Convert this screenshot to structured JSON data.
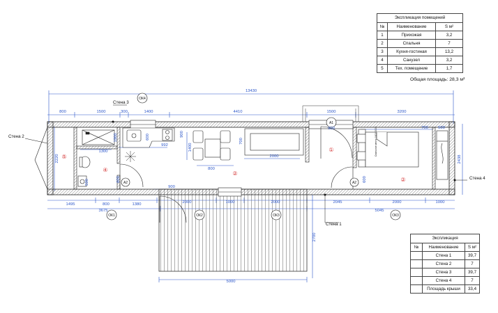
{
  "rooms_table": {
    "title": "Экспликация помещений",
    "headers": [
      "№",
      "Наименование",
      "S м²"
    ],
    "rows": [
      [
        "1",
        "Прихожая",
        "3,2"
      ],
      [
        "2",
        "Спальня",
        "7"
      ],
      [
        "3",
        "Кухня-гостиная",
        "13,2"
      ],
      [
        "4",
        "Санузел",
        "3,2"
      ],
      [
        "5",
        "Тех. помещение",
        "1,7"
      ]
    ],
    "total": "Общая площадь: 28,3 м²"
  },
  "walls_table": {
    "title": "Экспликация",
    "headers": [
      "№",
      "Наименование",
      "S м²"
    ],
    "rows": [
      [
        "",
        "Стена 1",
        "39,7"
      ],
      [
        "",
        "Стена 2",
        "7"
      ],
      [
        "",
        "Стена 3",
        "39,7"
      ],
      [
        "",
        "Стена 4",
        "7"
      ],
      [
        "",
        "Площадь крыши",
        "33,4"
      ]
    ]
  },
  "wall_labels": {
    "w1": "Стена 1",
    "w2": "Стена 2",
    "w3": "Стена 3",
    "w4": "Стена 4"
  },
  "windows": {
    "ok1": "ОК1",
    "ok2": "ОК2",
    "ok3": "ОК3",
    "ok4": "ОК4"
  },
  "doors": {
    "a1": "А1",
    "a2": "А2"
  },
  "room_numbers": {
    "r1": "①",
    "r2a": "②",
    "r2b": "②",
    "r4": "④",
    "r5": "⑤"
  },
  "bed_label": "Спальное место 1600*2000",
  "dims": {
    "total_top": "13430",
    "d800": "800",
    "d1500": "1500",
    "d300": "300",
    "d1400": "1400",
    "d4410": "4410",
    "d1500b": "1500",
    "d3200": "3200",
    "d900a": "900",
    "d700": "700",
    "d500": "500",
    "d1300": "1300",
    "d992": "992",
    "d600a": "600",
    "d800b": "800",
    "d1900": "1900",
    "d1400v": "1400",
    "d900v": "900",
    "d1600": "1600",
    "d700v": "700",
    "d2000a": "2000",
    "d2220": "2220",
    "d2438": "2438",
    "d590": "590",
    "d600b": "600",
    "d600c": "600",
    "d900b": "900",
    "b1495": "1495",
    "b800": "800",
    "b1380": "1380",
    "b2000a": "2000",
    "b1000": "1000",
    "b2000b": "2000",
    "b2045": "2045",
    "b2000c": "2000",
    "b1000b": "1000",
    "b3675": "3675",
    "b5045": "5045",
    "terrace_w": "5000",
    "terrace_h": "2700"
  },
  "colors": {
    "room_number": "#d32f2f",
    "dimension": "#2a55c9",
    "wall": "#222222"
  }
}
